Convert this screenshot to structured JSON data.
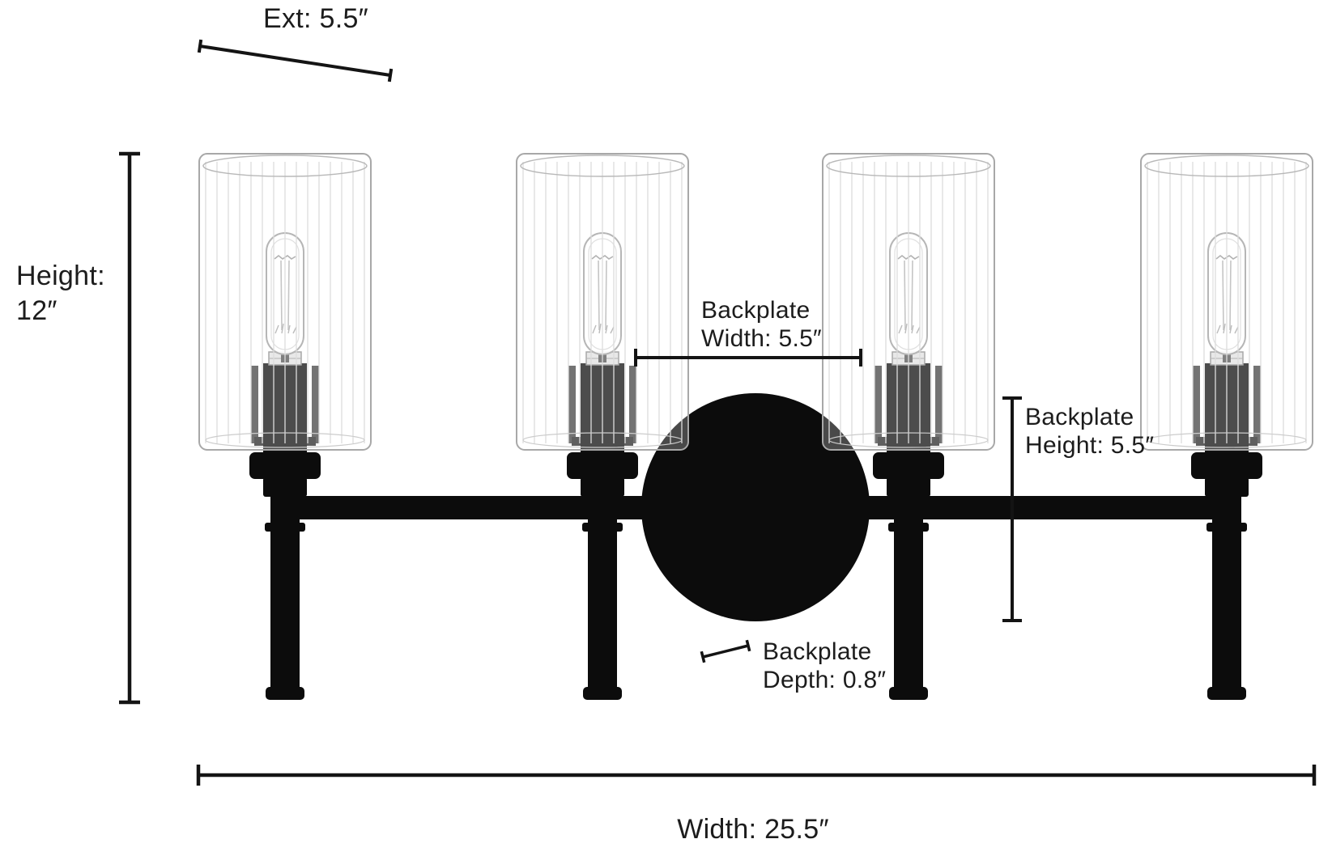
{
  "page": {
    "background": "#ffffff"
  },
  "diagram": {
    "type": "product-dimension-diagram",
    "product": "4-light matte black vanity wall fixture with clear fluted glass cylinder shades, tubular filament bulbs and round backplate",
    "colors": {
      "metal": "#0c0c0c",
      "text": "#1c1c1c",
      "dimension_line": "#141414",
      "glass_outline": "#a8a8a8",
      "glass_flute": "#d2d2d2",
      "chrome": "#e0e0e0"
    },
    "annotations": {
      "ext": {
        "label": "Ext: 5.5″"
      },
      "height": {
        "line1": "Height:",
        "line2": "12″"
      },
      "backplate_width": {
        "line1": "Backplate",
        "line2": "Width: 5.5″"
      },
      "backplate_height": {
        "line1": "Backplate",
        "line2": "Height: 5.5″"
      },
      "backplate_depth": {
        "line1": "Backplate",
        "line2": "Depth: 0.8″"
      },
      "width": {
        "label": "Width: 25.5″"
      }
    },
    "values_inches": {
      "extension": 5.5,
      "height": 12,
      "backplate_width": 5.5,
      "backplate_height": 5.5,
      "backplate_depth": 0.8,
      "width": 25.5
    },
    "light_count": 4
  }
}
